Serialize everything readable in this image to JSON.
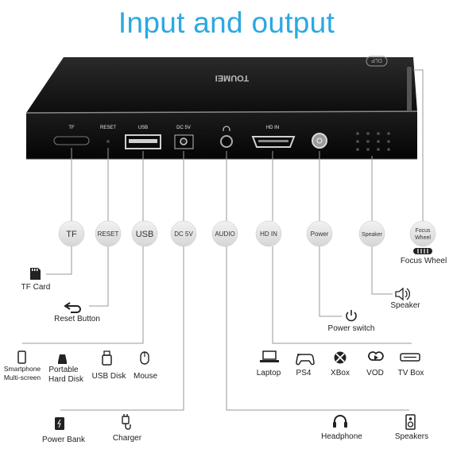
{
  "title": "Input and output",
  "brand": "TOUMEI",
  "badge": "DLP",
  "ports": [
    {
      "panel": "TF",
      "circle": "TF"
    },
    {
      "panel": "RESET",
      "circle": "RESET"
    },
    {
      "panel": "USB",
      "circle": "USB"
    },
    {
      "panel": "DC 5V",
      "circle": "DC 5V"
    },
    {
      "panel": "",
      "circle": "AUDIO"
    },
    {
      "panel": "HD IN",
      "circle": "HD IN"
    },
    {
      "panel": "",
      "circle": "Power"
    },
    {
      "panel": "",
      "circle": "Speaker"
    },
    {
      "panel": "",
      "circle_line1": "Focus",
      "circle_line2": "Wheel"
    }
  ],
  "devices": {
    "tf_card": "TF Card",
    "reset_button": "Reset Button",
    "smartphone_1": "Smartphone",
    "smartphone_2": "Multi-screen",
    "portable_1": "Portable",
    "portable_2": "Hard Disk",
    "usb_disk": "USB Disk",
    "mouse": "Mouse",
    "power_bank": "Power Bank",
    "charger": "Charger",
    "headphone": "Headphone",
    "speakers": "Speakers",
    "laptop": "Laptop",
    "ps4": "PS4",
    "xbox": "XBox",
    "vod": "VOD",
    "tv_box": "TV Box",
    "power_switch": "Power switch",
    "speaker": "Speaker",
    "focus_wheel": "Focus Wheel"
  }
}
